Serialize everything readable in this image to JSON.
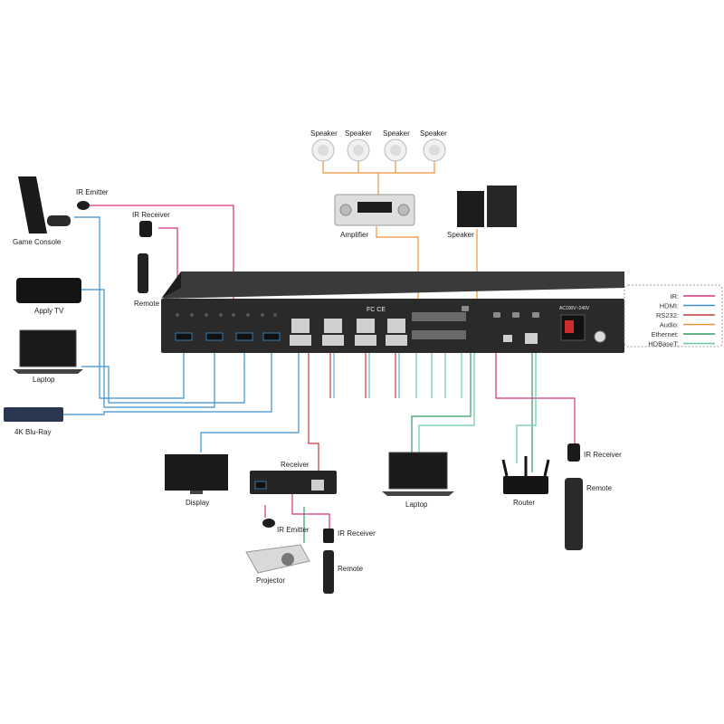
{
  "colors": {
    "ir": "#d6307f",
    "hdmi": "#3d8fcf",
    "rs232": "#c33a3a",
    "audio": "#e9953a",
    "ethernet": "#2f9e61",
    "hdbaset": "#6cc7a6",
    "rs232_soft": "#66aee0",
    "chassis": "#2a2a2a"
  },
  "legend": {
    "items": [
      {
        "label": "IR:",
        "color_key": "ir"
      },
      {
        "label": "HDMI:",
        "color_key": "hdmi"
      },
      {
        "label": "RS232:",
        "color_key": "rs232"
      },
      {
        "label": "Audio:",
        "color_key": "audio"
      },
      {
        "label": "Ethernet:",
        "color_key": "ethernet"
      },
      {
        "label": "HDBaseT:",
        "color_key": "hdbaset"
      }
    ]
  },
  "devices": {
    "game_console": "Game Console",
    "apple_tv": "Apply TV",
    "laptop_left": "Laptop",
    "bluray": "4K Blu-Ray",
    "ir_emitter_top": "IR Emitter",
    "ir_receiver_top": "IR Receiver",
    "remote_top": "Remote",
    "speaker_1": "Speaker",
    "speaker_2": "Speaker",
    "speaker_3": "Speaker",
    "speaker_4": "Speaker",
    "amplifier": "Amplifier",
    "speaker_right": "Speaker",
    "display": "Display",
    "receiver": "Receiver",
    "ir_emitter_bottom": "IR Emitter",
    "ir_receiver_bottom": "IR Receiver",
    "projector": "Projector",
    "remote_bottom": "Remote",
    "laptop_right": "Laptop",
    "router": "Router",
    "ir_receiver_right": "IR Receiver",
    "remote_right": "Remote"
  },
  "panel": {
    "power_label": "AC100V~240V",
    "cert_marks": "FC CE"
  }
}
